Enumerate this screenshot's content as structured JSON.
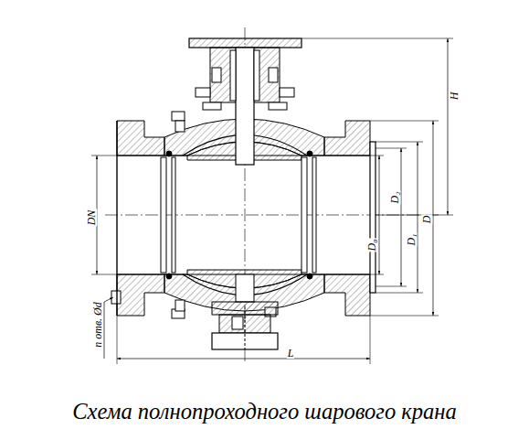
{
  "diagram": {
    "caption": "Схема полнопроходного шарового крана",
    "labels": [
      "H",
      "DN",
      "D₂",
      "D",
      "D₀",
      "D₁",
      "n отв. Ød",
      "L"
    ]
  }
}
